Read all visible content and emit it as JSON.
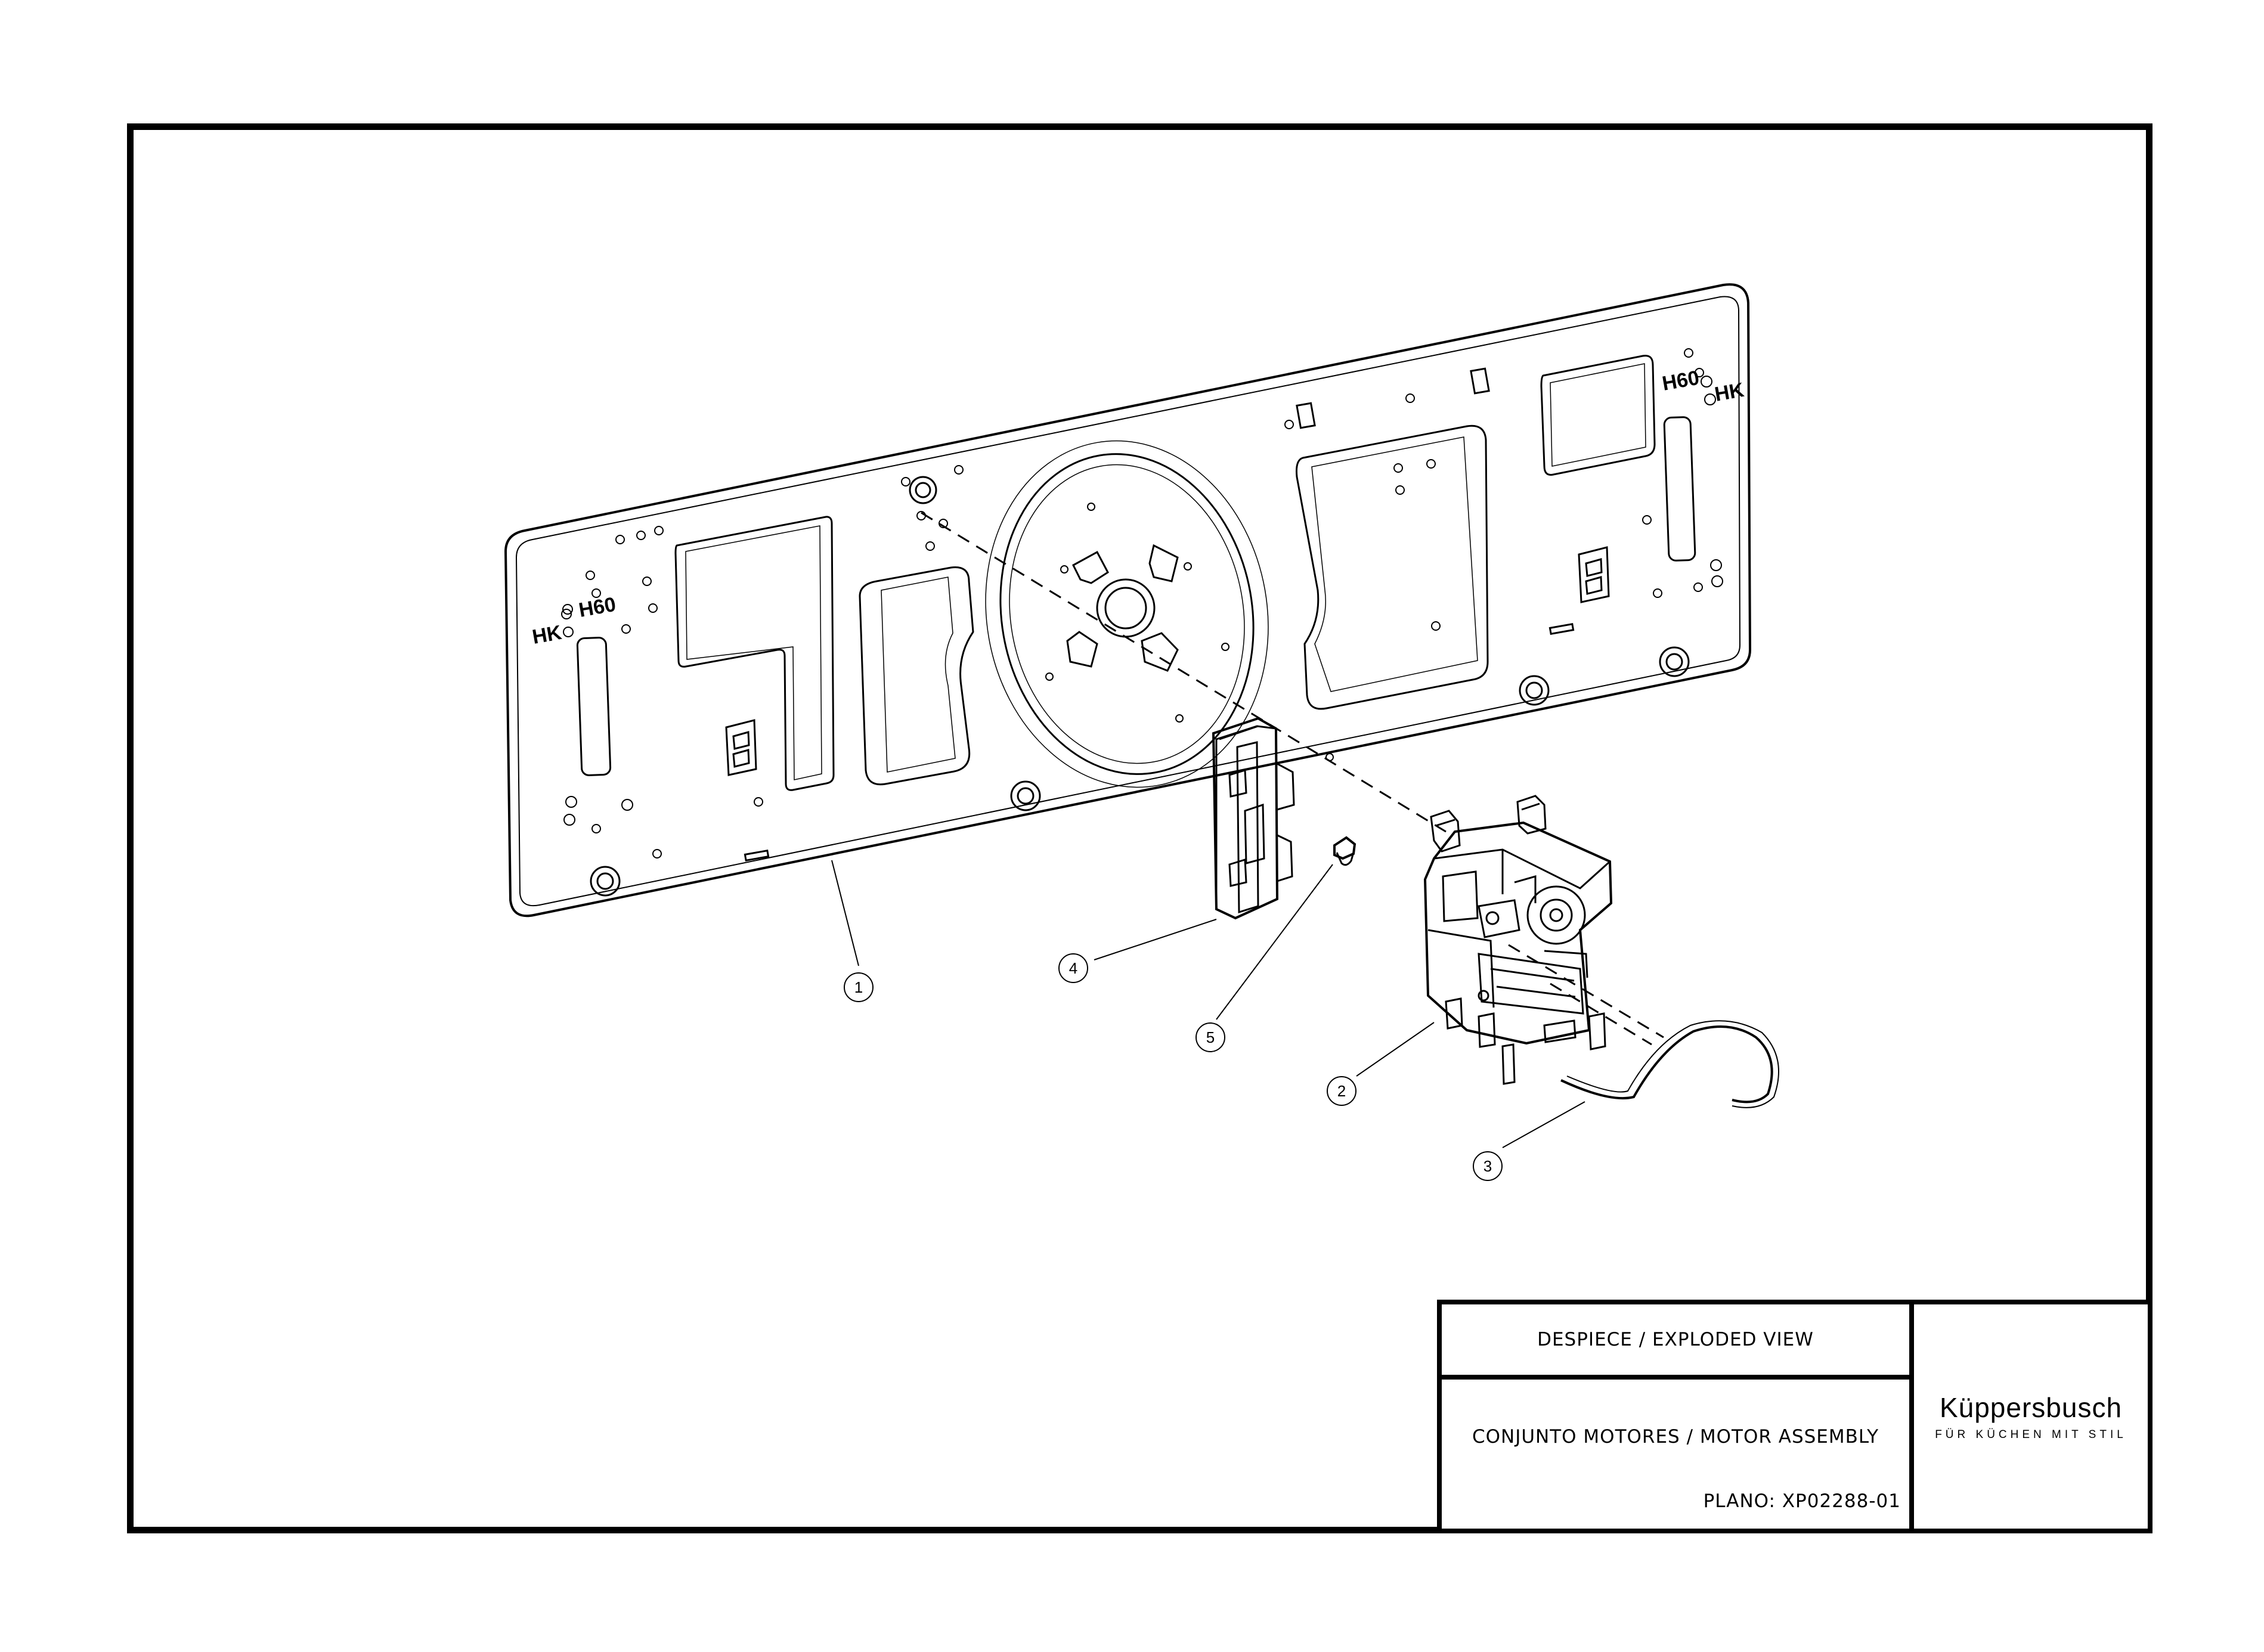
{
  "drawing": {
    "part_labels": [
      "1",
      "2",
      "3",
      "4",
      "5"
    ],
    "plate_markings": [
      "HK",
      "H60",
      "H60",
      "HK"
    ]
  },
  "title_block": {
    "title": "DESPIECE / EXPLODED VIEW",
    "assembly": "CONJUNTO MOTORES / MOTOR ASSEMBLY",
    "plan": "PLANO: XP02288-01",
    "brand": "Küppersbusch",
    "slogan": "FÜR KÜCHEN MIT STIL"
  }
}
